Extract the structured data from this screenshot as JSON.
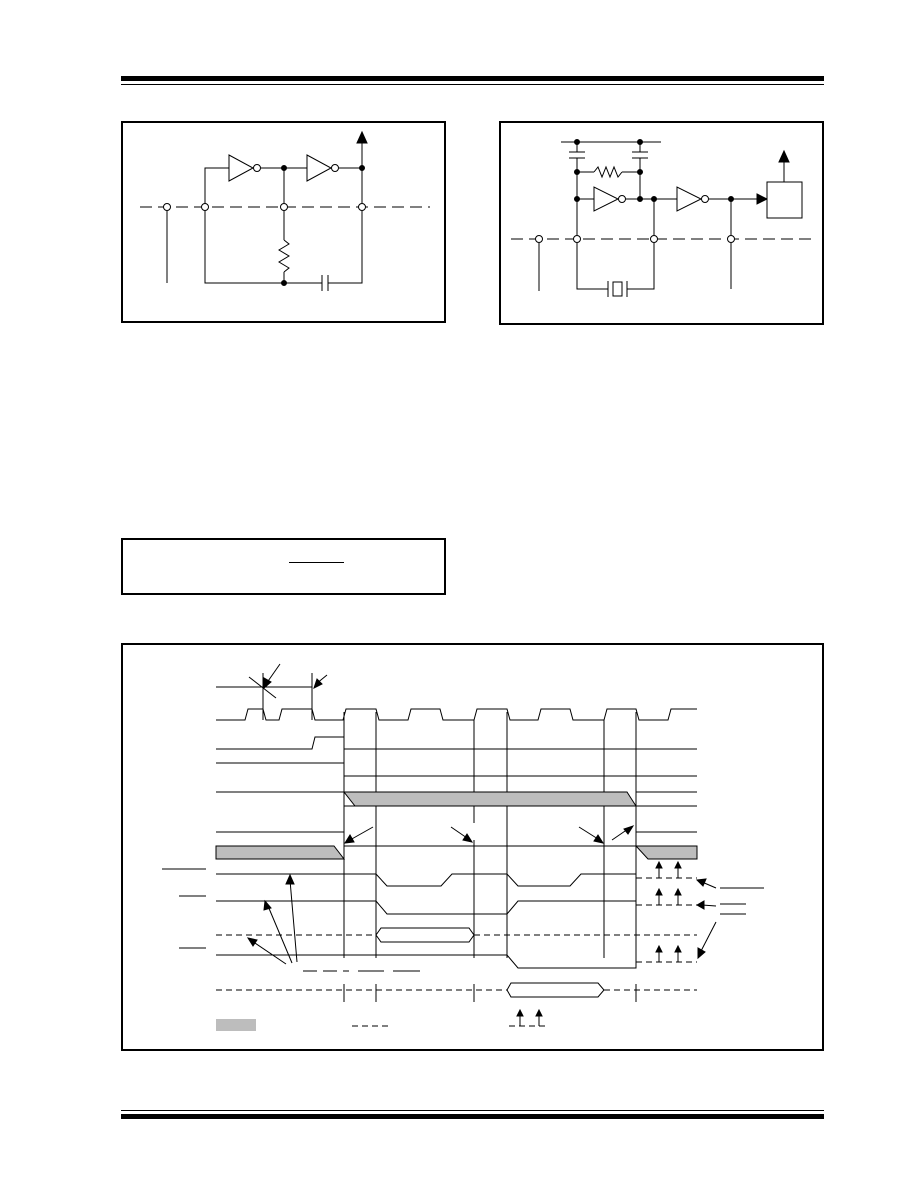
{
  "figures": {
    "rc_oscillator": {
      "kind": "rc-oscillator-schematic"
    },
    "crystal_oscillator": {
      "kind": "crystal-oscillator-schematic"
    },
    "equation_box": {
      "kind": "fraction-bar-only"
    },
    "timing_diagram": {
      "kind": "timing-diagram",
      "legend_swatch_color": "#bdbdbd"
    }
  },
  "colors": {
    "ink": "#000000",
    "shade": "#bdbdbd"
  }
}
